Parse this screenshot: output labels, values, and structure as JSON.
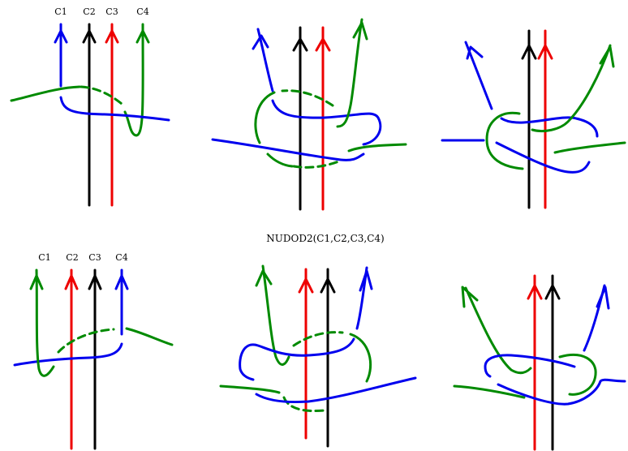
{
  "title": "NUDOD2(C1,C2,C3,C4)",
  "top_row_labels": [
    "C1",
    "C2",
    "C3",
    "C4"
  ],
  "bottom_row_labels": [
    "C1",
    "C2",
    "C3",
    "C4"
  ],
  "colors": {
    "blue": "#0000ee",
    "black": "#000000",
    "red": "#ee0000",
    "green": "#008a00"
  }
}
